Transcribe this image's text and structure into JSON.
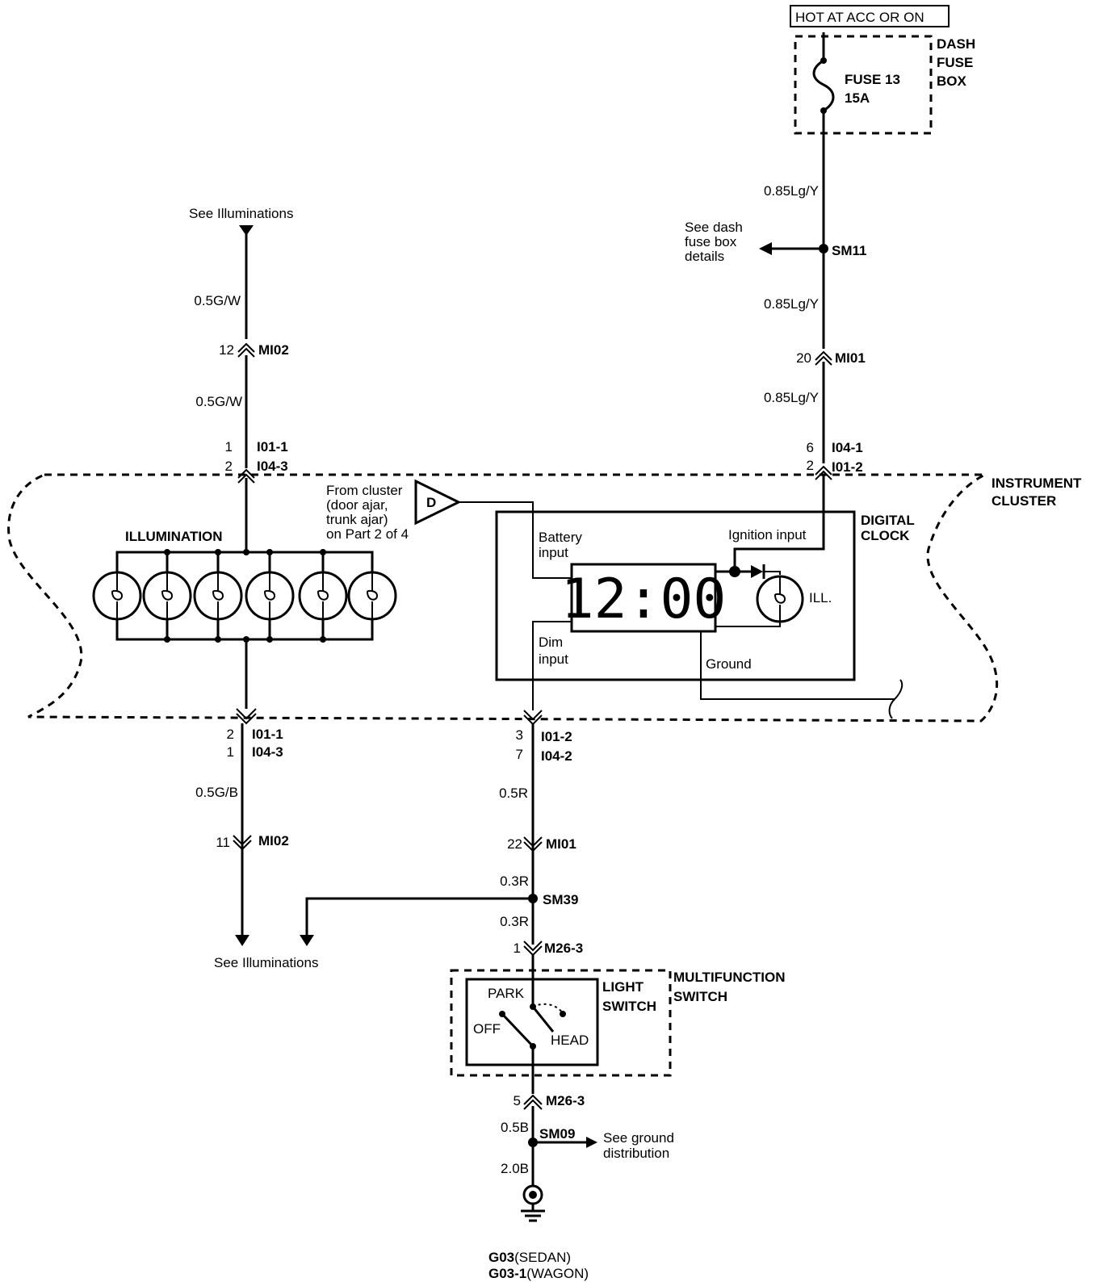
{
  "power": {
    "hot_label": "HOT AT ACC OR ON",
    "fuse_box": [
      "DASH",
      "FUSE",
      "BOX"
    ],
    "fuse_name": "FUSE 13",
    "fuse_rating": "15A"
  },
  "right_branch": {
    "wire_1": "0.85Lg/Y",
    "splice_sm11": "SM11",
    "see_dash": [
      "See dash",
      "fuse box",
      "details"
    ],
    "wire_2": "0.85Lg/Y",
    "mi01_pin": "20",
    "mi01": "MI01",
    "wire_3": "0.85Lg/Y",
    "pin_6": "6",
    "pin_2": "2",
    "conn_i04_1": "I04-1",
    "conn_i01_2": "I01-2"
  },
  "left_branch": {
    "see_illum_top": "See Illuminations",
    "wire_1": "0.5G/W",
    "mi02_pin": "12",
    "mi02": "MI02",
    "wire_2": "0.5G/W",
    "pin_1": "1",
    "pin_2": "2",
    "conn_i01_1": "I01-1",
    "conn_i04_3": "I04-3",
    "bot_pin_2": "2",
    "bot_pin_1": "1",
    "bot_i01_1": "I01-1",
    "bot_i04_3": "I04-3",
    "wire_3": "0.5G/B",
    "mi02_bot_pin": "11",
    "mi02_bot": "MI02",
    "see_illum_bottom": "See Illuminations"
  },
  "cluster": {
    "title": [
      "INSTRUMENT",
      "CLUSTER"
    ],
    "illumination": "ILLUMINATION",
    "connector_d": "D",
    "from_cluster": [
      "From cluster",
      "(door ajar,",
      "trunk ajar)",
      "on Part 2 of 4"
    ],
    "digital_clock": [
      "DIGITAL",
      "CLOCK"
    ],
    "battery_input": [
      "Battery",
      "input"
    ],
    "ignition_input": "Ignition input",
    "clock_display": "12:00",
    "ill": "ILL.",
    "dim_input": [
      "Dim",
      "input"
    ],
    "ground": "Ground"
  },
  "center_branch": {
    "pin_3": "3",
    "pin_7": "7",
    "conn_i01_2": "I01-2",
    "conn_i04_2": "I04-2",
    "wire_1": "0.5R",
    "mi01_pin": "22",
    "mi01": "MI01",
    "wire_2": "0.3R",
    "splice_sm39": "SM39",
    "wire_3": "0.3R",
    "m26_pin_1": "1",
    "m26_top": "M26-3",
    "light_switch": [
      "LIGHT",
      "SWITCH"
    ],
    "multifunction": [
      "MULTIFUNCTION",
      "SWITCH"
    ],
    "park": "PARK",
    "off": "OFF",
    "head": "HEAD",
    "m26_pin_5": "5",
    "m26_bot": "M26-3",
    "wire_4": "0.5B",
    "splice_sm09": "SM09",
    "see_ground": [
      "See ground",
      "distribution"
    ],
    "wire_5": "2.0B",
    "ground_sedan_code": "G03",
    "ground_sedan": "(SEDAN)",
    "ground_wagon_code": "G03-1",
    "ground_wagon": "(WAGON)"
  }
}
